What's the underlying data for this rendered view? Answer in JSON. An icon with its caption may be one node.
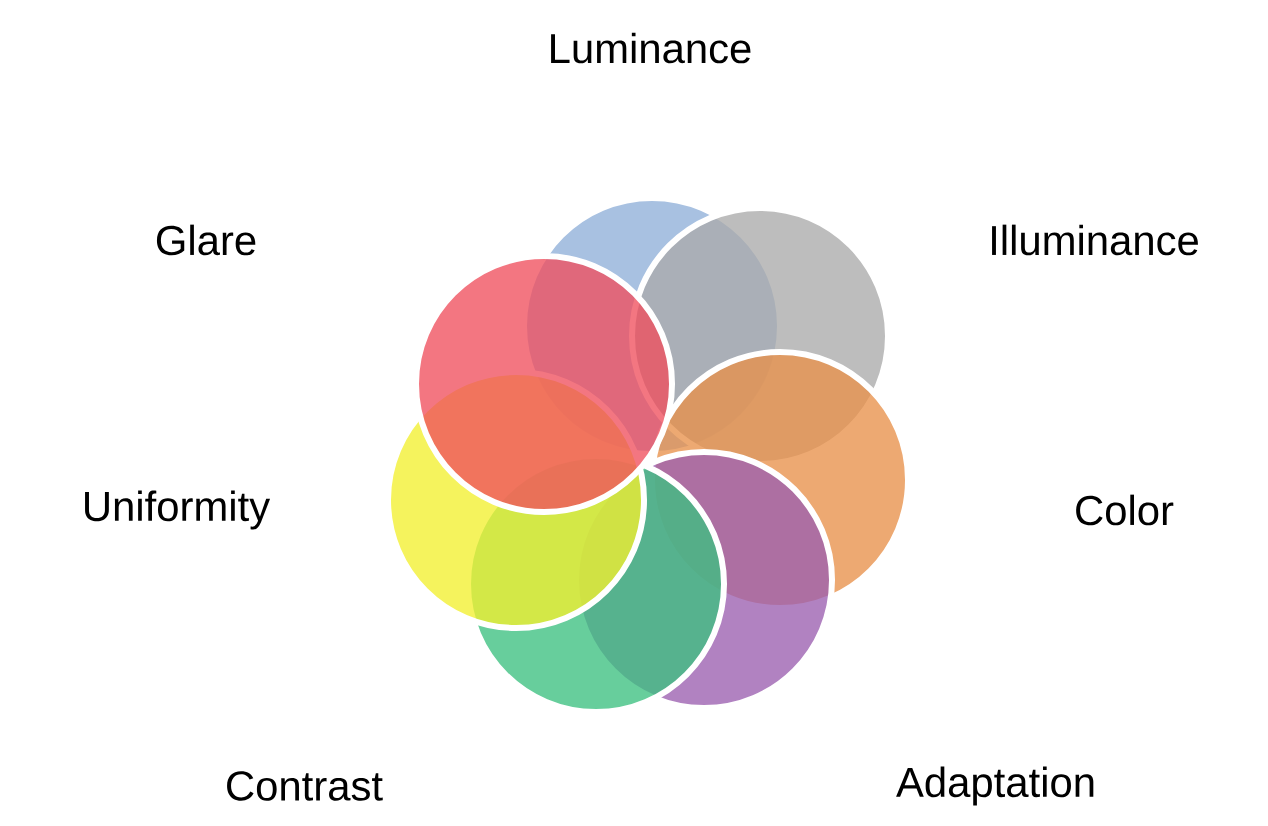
{
  "diagram": {
    "nodes": [
      {
        "text": [
          "Luminance"
        ]
      },
      {
        "text": [
          "Glare"
        ]
      },
      {
        "text": [
          "Illuminance"
        ]
      },
      {
        "text": [
          "Uniformity"
        ]
      },
      {
        "text": [
          "Color"
        ]
      },
      {
        "text": [
          "Contrast"
        ]
      },
      {
        "text": [
          "Adaptation"
        ]
      }
    ]
  }
}
